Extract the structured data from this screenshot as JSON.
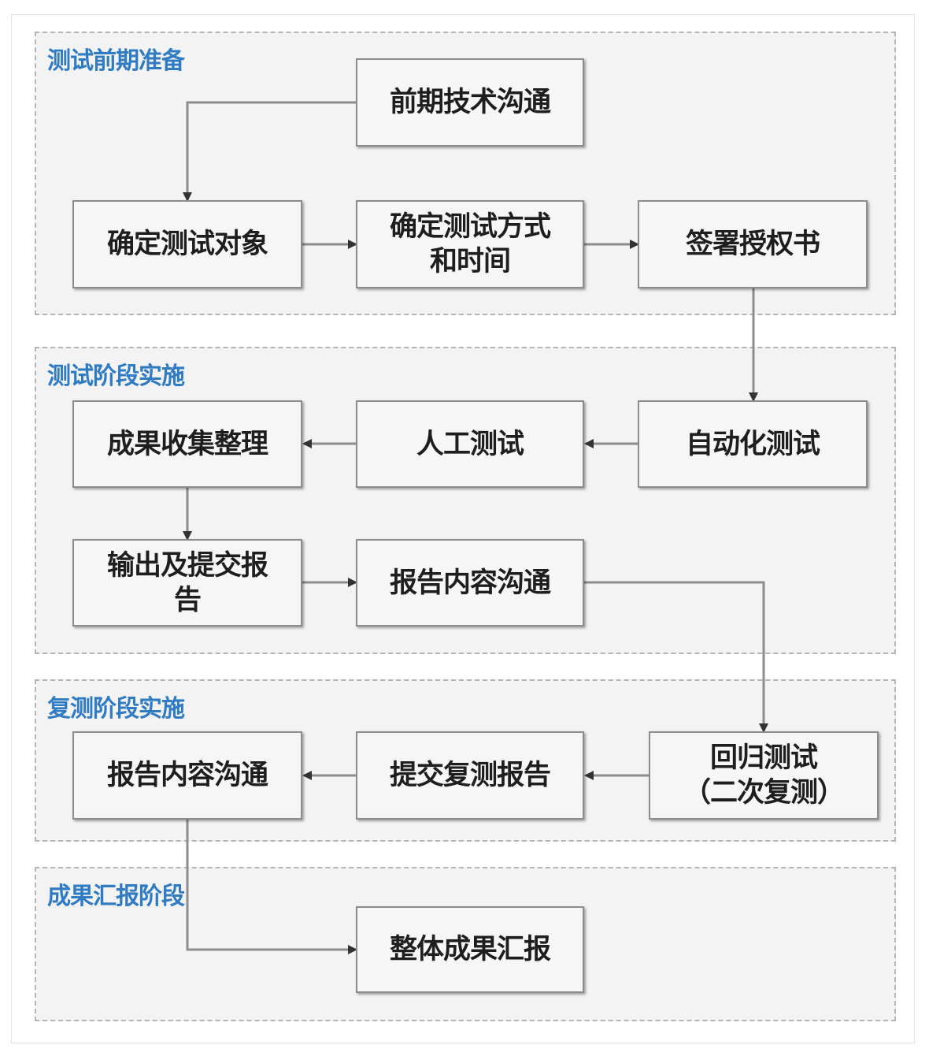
{
  "stages": [
    {
      "id": "prep",
      "title": "测试前期准备"
    },
    {
      "id": "impl",
      "title": "测试阶段实施"
    },
    {
      "id": "retest",
      "title": "复测阶段实施"
    },
    {
      "id": "report",
      "title": "成果汇报阶段"
    }
  ],
  "boxes": {
    "tech_comm": "前期技术沟通",
    "determine_target": "确定测试对象",
    "determine_method": "确定测试方式\n和时间",
    "sign_auth": "签署授权书",
    "auto_test": "自动化测试",
    "manual_test": "人工测试",
    "collect_results": "成果收集整理",
    "output_report": "输出及提交报\n告",
    "report_comm_1": "报告内容沟通",
    "regression_test": "回归测试\n（二次复测）",
    "submit_retest_report": "提交复测报告",
    "report_comm_2": "报告内容沟通",
    "overall_report": "整体成果汇报"
  },
  "colors": {
    "stage_title": "#2f7bc4",
    "border": "#8c8c8c",
    "arrow": "#8c8c8c"
  }
}
